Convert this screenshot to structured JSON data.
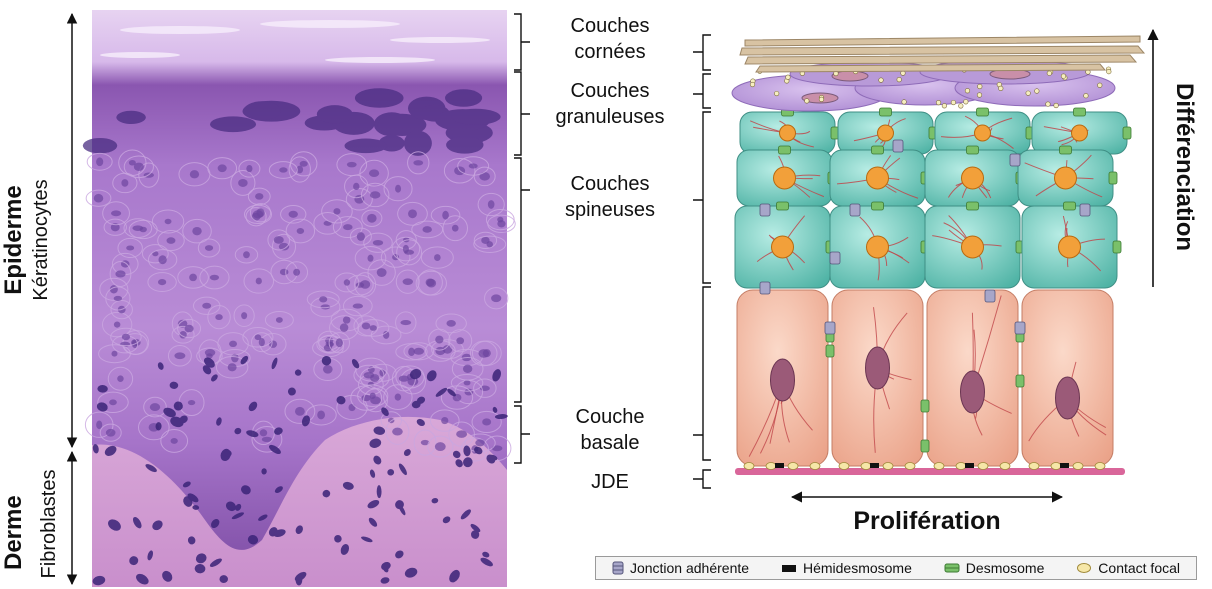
{
  "left_labels": {
    "epiderme": "Epiderme",
    "keratinocytes": "Kératinocytes",
    "derme": "Derme",
    "fibroblastes": "Fibroblastes"
  },
  "layer_labels": {
    "cornees_1": "Couches",
    "cornees_2": "cornées",
    "granuleuses_1": "Couches",
    "granuleuses_2": "granuleuses",
    "spineuses_1": "Couches",
    "spineuses_2": "spineuses",
    "basale_1": "Couche",
    "basale_2": "basale",
    "jde": "JDE"
  },
  "arrows": {
    "differenciation": "Différenciation",
    "proliferation": "Prolifération"
  },
  "legend": [
    {
      "label": "Jonction adhérente",
      "icon": "adherens-junction-icon"
    },
    {
      "label": "Hémidesmosome",
      "icon": "hemidesmosome-icon"
    },
    {
      "label": "Desmosome",
      "icon": "desmosome-icon"
    },
    {
      "label": "Contact focal",
      "icon": "focal-contact-icon"
    }
  ],
  "colors": {
    "stain_purple": "#a46fc4",
    "stain_dark": "#4a2d82",
    "teal_cell": "#5fc3b5",
    "basal_cell": "#f3b7a0",
    "nucleus_orange": "#f2a03a",
    "nucleus_basal": "#9b5a78",
    "desmosome": "#7ac06a",
    "membrane": "#d9669a"
  }
}
